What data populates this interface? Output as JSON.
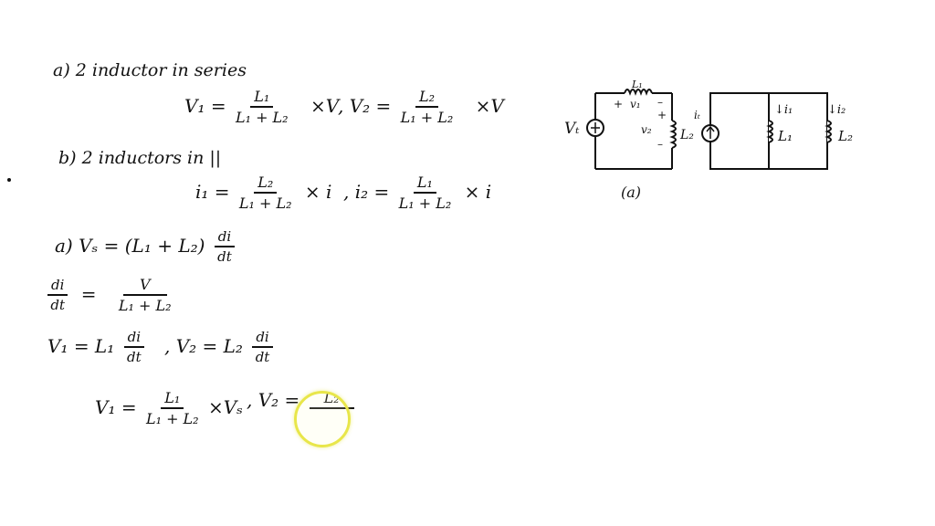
{
  "page": {
    "background": "#ffffff",
    "ink_color": "#111111",
    "cursor_color": "#e8e64a"
  },
  "part_a": {
    "heading": "a)  2 inductor in series",
    "v1": {
      "lhs": "V₁ =",
      "num": "L₁",
      "den": "L₁ + L₂",
      "suffix": "×V"
    },
    "separator": ",",
    "v2": {
      "lhs": "V₂ =",
      "num": "L₂",
      "den": "L₁ + L₂",
      "suffix": "×V"
    }
  },
  "part_b": {
    "heading": "b)  2 inductors in ||",
    "i1": {
      "lhs": "i₁ =",
      "num": "L₂",
      "den": "L₁ + L₂",
      "suffix": "× i"
    },
    "separator": ",",
    "i2": {
      "lhs": "i₂ =",
      "num": "L₁",
      "den": "L₁ + L₂",
      "suffix": "× i"
    }
  },
  "derivation": {
    "line1": {
      "prefix": "a)  Vₛ = (L₁ + L₂)",
      "num": "di",
      "den": "dt"
    },
    "line2": {
      "lhs_num": "di",
      "lhs_den": "dt",
      "eq": "=",
      "num": "V",
      "den": "L₁ + L₂"
    },
    "line3": {
      "v1_lhs": "V₁ = L₁",
      "v1_num": "di",
      "v1_den": "dt",
      "separator": ",",
      "v2_lhs": "V₂ = L₂",
      "v2_num": "di",
      "v2_den": "dt"
    },
    "line4": {
      "v1_lhs": "V₁ =",
      "v1_num": "L₁",
      "v1_den": "L₁ + L₂",
      "v1_suffix": "×Vₛ",
      "separator": ",",
      "v2_lhs": "V₂ =",
      "v2_num": "L₂",
      "v2_den": ""
    }
  },
  "circuit_series": {
    "source_label": "Vₜ",
    "inductor_top_label": "L₁",
    "v1_label": "v₁",
    "v2_label": "v₂",
    "inductor_right_label": "L₂",
    "plus": "+",
    "minus": "–",
    "caption": "(a)"
  },
  "circuit_parallel": {
    "source_label": "iₜ",
    "branch1_current": "↓i₁",
    "branch1_label": "L₁",
    "branch2_current": "↓i₂",
    "branch2_label": "L₂"
  }
}
